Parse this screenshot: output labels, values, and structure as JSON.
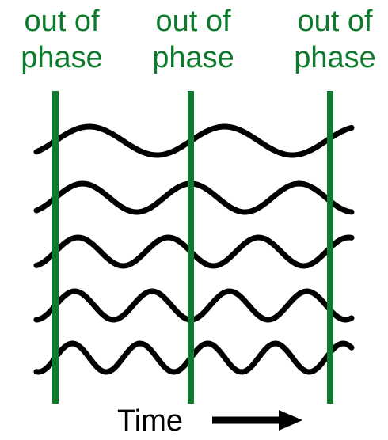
{
  "labels": [
    {
      "line1": "out of",
      "line2": "phase"
    },
    {
      "line1": "out of",
      "line2": "phase"
    },
    {
      "line1": "out of",
      "line2": "phase"
    }
  ],
  "axis_label": "Time",
  "colors": {
    "marker": "#0d7a2c",
    "wave": "#000000",
    "text": "#0d7a2c"
  },
  "waves": [
    {
      "name": "wave-1",
      "cycles_per_segment": 1
    },
    {
      "name": "wave-2",
      "cycles_per_segment": 1.25
    },
    {
      "name": "wave-3",
      "cycles_per_segment": 1.5
    },
    {
      "name": "wave-4",
      "cycles_per_segment": 1.75
    },
    {
      "name": "wave-5",
      "cycles_per_segment": 2
    }
  ]
}
